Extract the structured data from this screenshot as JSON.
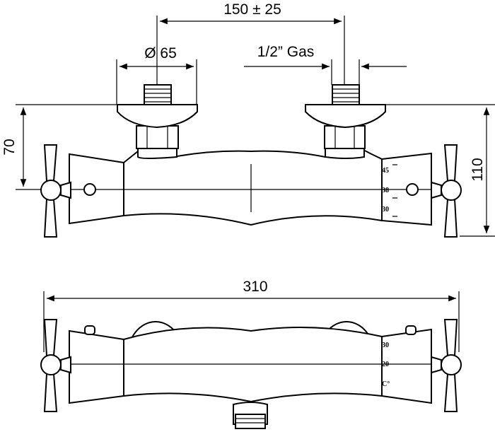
{
  "drawing": {
    "top_view": {
      "dim_spacing": "150 ± 25",
      "dim_diameter": "Ø 65",
      "dim_thread": "1/2” Gas",
      "dim_height_left": "70",
      "dim_height_right": "110",
      "scale_marks": [
        "45",
        "38",
        "30"
      ]
    },
    "bottom_view": {
      "dim_length": "310",
      "scale_marks": [
        "30",
        "20",
        "C°"
      ]
    }
  }
}
